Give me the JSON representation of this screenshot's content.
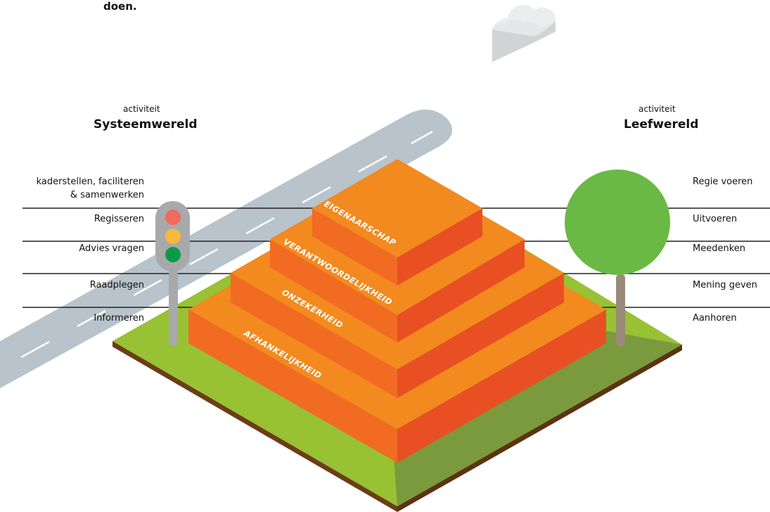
{
  "intro_text": "doen.",
  "left": {
    "small_heading": "activiteit",
    "heading": "Systeemwereld",
    "items": [
      "kaderstellen, faciliteren",
      "& samenwerken",
      "Regisseren",
      "Advies vragen",
      "Raadplegen",
      "Informeren"
    ]
  },
  "right": {
    "small_heading": "activiteit",
    "heading": "Leefwereld",
    "items": [
      "Regie voeren",
      "Uitvoeren",
      "Meedenken",
      "Mening geven",
      "Aanhoren"
    ]
  },
  "pyramid": {
    "steps": [
      "EIGENAARSCHAP",
      "VERANTWOORDELIJKHEID",
      "ONZEKERHEID",
      "AFHANKELIJKHEID"
    ]
  },
  "colors": {
    "ground_top": "#8fbe2e",
    "ground_edge": "#6b3e16",
    "step_top": "#f28a1f",
    "step_front": "#f26b22",
    "step_side": "#e85024",
    "tree": "#6ab944",
    "trunk": "#9a8a7a",
    "road": "#b8c3cb",
    "traffic_red": "#ee6b5d",
    "traffic_yellow": "#f6b93b",
    "traffic_green": "#0d9a48",
    "pole": "#a7a9ab",
    "cloud": "#e6e7e8"
  }
}
